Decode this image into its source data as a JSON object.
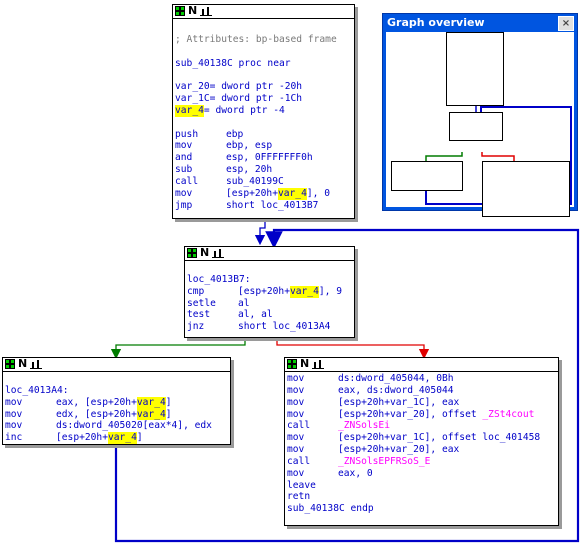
{
  "overview": {
    "title": "Graph overview",
    "close_glyph": "×"
  },
  "node_header": {
    "n_label": "N"
  },
  "node_top": {
    "lines": [
      [
        {
          "t": "",
          "c": ""
        }
      ],
      [
        {
          "t": "; Attributes: bp-based frame",
          "c": "gray"
        }
      ],
      [
        {
          "t": "",
          "c": ""
        }
      ],
      [
        {
          "t": "sub_40138C proc near",
          "c": "blue"
        }
      ],
      [
        {
          "t": "",
          "c": ""
        }
      ],
      [
        {
          "t": "var_20= dword ptr -20h",
          "c": "blue"
        }
      ],
      [
        {
          "t": "var_1C= dword ptr -1Ch",
          "c": "blue"
        }
      ],
      [
        {
          "t": "var_4",
          "c": "blue",
          "hl": true
        },
        {
          "t": "= dword ptr -4",
          "c": "blue"
        }
      ],
      [
        {
          "t": "",
          "c": ""
        }
      ],
      [
        {
          "m": "push",
          "o": [
            {
              "t": "ebp",
              "c": "blue"
            }
          ]
        }
      ],
      [
        {
          "m": "mov",
          "o": [
            {
              "t": "ebp, esp",
              "c": "blue"
            }
          ]
        }
      ],
      [
        {
          "m": "and",
          "o": [
            {
              "t": "esp, 0FFFFFFF0h",
              "c": "blue"
            }
          ]
        }
      ],
      [
        {
          "m": "sub",
          "o": [
            {
              "t": "esp, 20h",
              "c": "blue"
            }
          ]
        }
      ],
      [
        {
          "m": "call",
          "o": [
            {
              "t": "sub_40199C",
              "c": "blue"
            }
          ]
        }
      ],
      [
        {
          "m": "mov",
          "o": [
            {
              "t": "[esp+20h+",
              "c": "blue"
            },
            {
              "t": "var_4",
              "c": "blue",
              "hl": true
            },
            {
              "t": "], 0",
              "c": "blue"
            }
          ]
        }
      ],
      [
        {
          "m": "jmp",
          "o": [
            {
              "t": "short loc_4013B7",
              "c": "blue"
            }
          ]
        }
      ]
    ]
  },
  "node_loop": {
    "lines": [
      [
        {
          "t": "",
          "c": ""
        }
      ],
      [
        {
          "t": "loc_4013B7:",
          "c": "blue"
        }
      ],
      [
        {
          "m": "cmp",
          "o": [
            {
              "t": "[esp+20h+",
              "c": "blue"
            },
            {
              "t": "var_4",
              "c": "blue",
              "hl": true
            },
            {
              "t": "], 9",
              "c": "blue"
            }
          ]
        }
      ],
      [
        {
          "m": "setle",
          "o": [
            {
              "t": "al",
              "c": "blue"
            }
          ]
        }
      ],
      [
        {
          "m": "test",
          "o": [
            {
              "t": "al, al",
              "c": "blue"
            }
          ]
        }
      ],
      [
        {
          "m": "jnz",
          "o": [
            {
              "t": "short loc_4013A4",
              "c": "blue"
            }
          ]
        }
      ]
    ]
  },
  "node_left": {
    "lines": [
      [
        {
          "t": "",
          "c": ""
        }
      ],
      [
        {
          "t": "loc_4013A4:",
          "c": "blue"
        }
      ],
      [
        {
          "m": "mov",
          "o": [
            {
              "t": "eax, [esp+20h+",
              "c": "blue"
            },
            {
              "t": "var_4",
              "c": "blue",
              "hl": true
            },
            {
              "t": "]",
              "c": "blue"
            }
          ]
        }
      ],
      [
        {
          "m": "mov",
          "o": [
            {
              "t": "edx, [esp+20h+",
              "c": "blue"
            },
            {
              "t": "var_4",
              "c": "blue",
              "hl": true
            },
            {
              "t": "]",
              "c": "blue"
            }
          ]
        }
      ],
      [
        {
          "m": "mov",
          "o": [
            {
              "t": "ds:dword_405020[eax*4], edx",
              "c": "blue"
            }
          ]
        }
      ],
      [
        {
          "m": "inc",
          "o": [
            {
              "t": "[esp+20h+",
              "c": "blue"
            },
            {
              "t": "var_4",
              "c": "blue",
              "hl": true
            },
            {
              "t": "]",
              "c": "blue"
            }
          ]
        }
      ]
    ]
  },
  "node_right": {
    "lines": [
      [
        {
          "m": "mov",
          "o": [
            {
              "t": "ds:dword_405044, 0Bh",
              "c": "blue"
            }
          ]
        }
      ],
      [
        {
          "m": "mov",
          "o": [
            {
              "t": "eax, ds:dword_405044",
              "c": "blue"
            }
          ]
        }
      ],
      [
        {
          "m": "mov",
          "o": [
            {
              "t": "[esp+20h+var_1C], eax",
              "c": "blue"
            }
          ]
        }
      ],
      [
        {
          "m": "mov",
          "o": [
            {
              "t": "[esp+20h+var_20], offset ",
              "c": "blue"
            },
            {
              "t": "_ZSt4cout",
              "c": "pink"
            }
          ]
        }
      ],
      [
        {
          "m": "call",
          "o": [
            {
              "t": "_ZNSolsEi",
              "c": "pink"
            }
          ]
        }
      ],
      [
        {
          "m": "mov",
          "o": [
            {
              "t": "[esp+20h+var_1C], offset loc_401458",
              "c": "blue"
            }
          ]
        }
      ],
      [
        {
          "m": "mov",
          "o": [
            {
              "t": "[esp+20h+var_20], eax",
              "c": "blue"
            }
          ]
        }
      ],
      [
        {
          "m": "call",
          "o": [
            {
              "t": "_ZNSolsEPFRSoS_E",
              "c": "pink"
            }
          ]
        }
      ],
      [
        {
          "m": "mov",
          "o": [
            {
              "t": "eax, 0",
              "c": "blue"
            }
          ]
        }
      ],
      [
        {
          "m": "leave",
          "o": []
        }
      ],
      [
        {
          "m": "retn",
          "o": []
        }
      ],
      [
        {
          "t": "sub_40138C endp",
          "c": "blue"
        }
      ]
    ]
  }
}
